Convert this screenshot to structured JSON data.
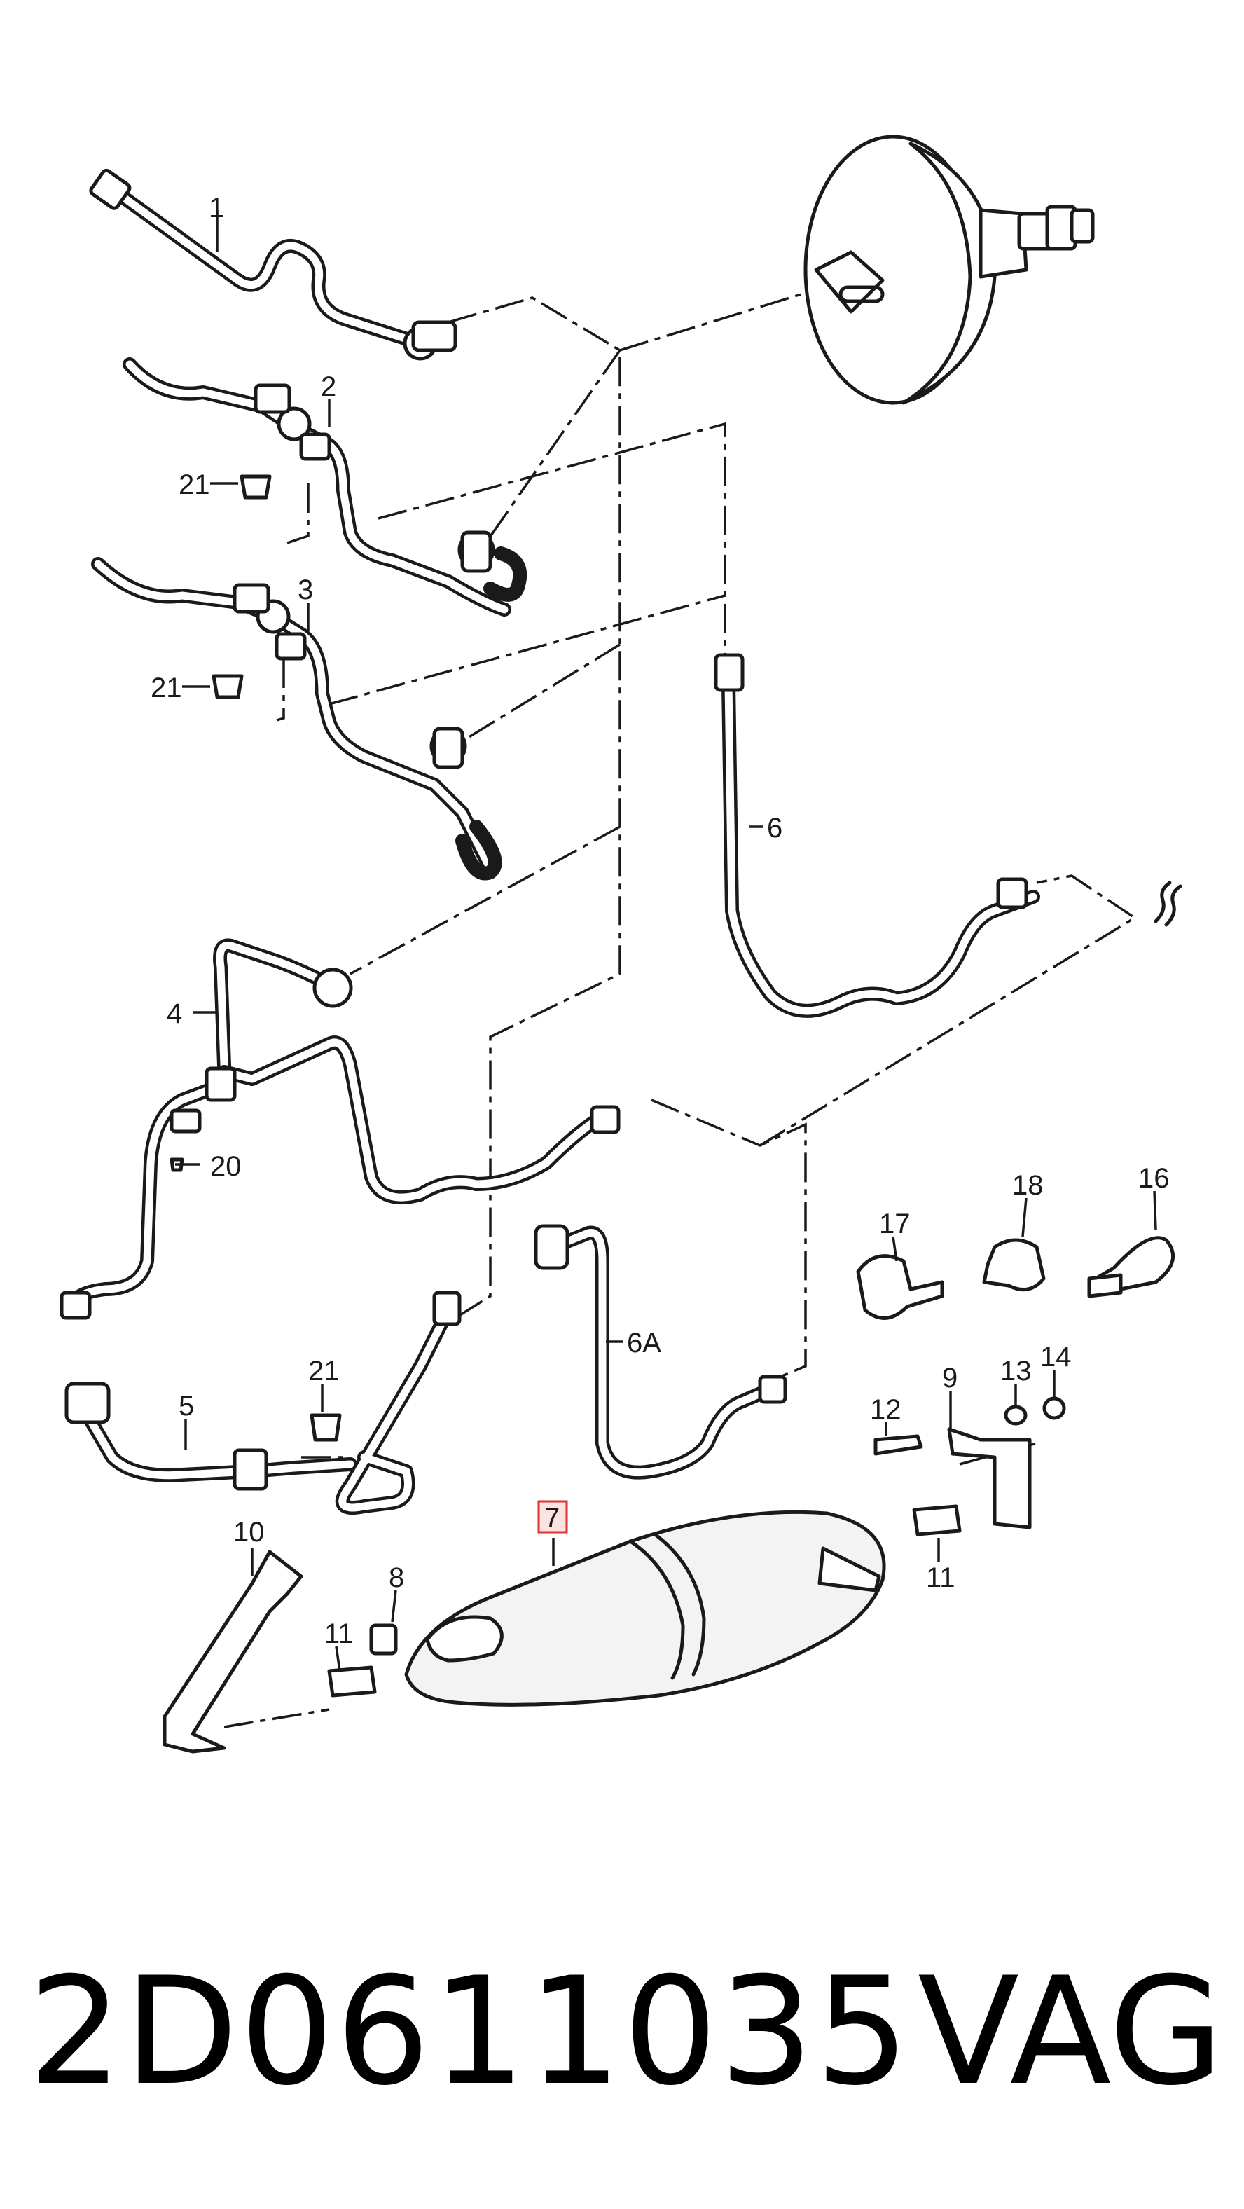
{
  "callouts": [
    {
      "id": "c1",
      "text": "1"
    },
    {
      "id": "c2",
      "text": "2"
    },
    {
      "id": "c3",
      "text": "3"
    },
    {
      "id": "c4",
      "text": "4"
    },
    {
      "id": "c5",
      "text": "5"
    },
    {
      "id": "c6",
      "text": "6"
    },
    {
      "id": "c6a",
      "text": "6A"
    },
    {
      "id": "c7",
      "text": "7"
    },
    {
      "id": "c8",
      "text": "8"
    },
    {
      "id": "c9",
      "text": "9"
    },
    {
      "id": "c10",
      "text": "10"
    },
    {
      "id": "c11a",
      "text": "11"
    },
    {
      "id": "c11b",
      "text": "11"
    },
    {
      "id": "c12",
      "text": "12"
    },
    {
      "id": "c13",
      "text": "13"
    },
    {
      "id": "c14",
      "text": "14"
    },
    {
      "id": "c16",
      "text": "16"
    },
    {
      "id": "c17",
      "text": "17"
    },
    {
      "id": "c18",
      "text": "18"
    },
    {
      "id": "c20",
      "text": "20"
    },
    {
      "id": "c21a",
      "text": "21"
    },
    {
      "id": "c21b",
      "text": "21"
    },
    {
      "id": "c21c",
      "text": "21"
    }
  ],
  "highlighted_callout": "7",
  "footer": {
    "part_number": "2D0611035",
    "brand": "VAG"
  }
}
